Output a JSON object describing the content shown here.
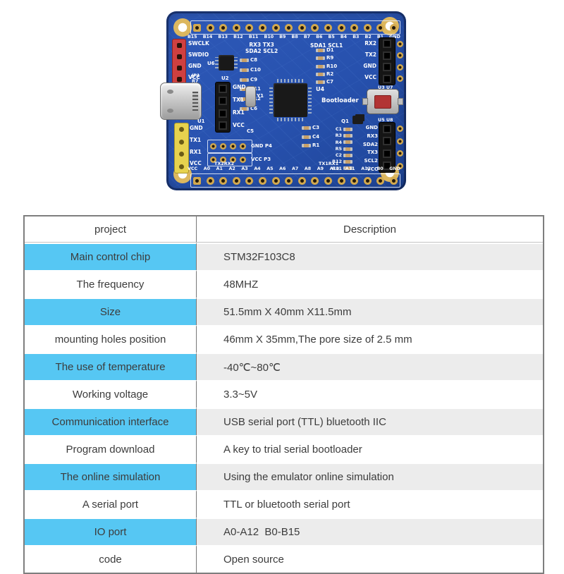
{
  "pcb": {
    "top_pin_labels": [
      "B15",
      "B14",
      "B13",
      "B12",
      "B11",
      "B10",
      "B9",
      "B8",
      "B7",
      "B6",
      "B5",
      "B4",
      "B3",
      "B2",
      "B1",
      "GND"
    ],
    "bottom_pin_labels": [
      "VCC",
      "A0",
      "A1",
      "A2",
      "A3",
      "A4",
      "A5",
      "A6",
      "A7",
      "A8",
      "A9",
      "A10",
      "A11",
      "A12",
      "B0",
      "GND"
    ],
    "silk_rx3tx3_line1": "RX3 TX3",
    "silk_rx3tx3_line2": "SDA2 SCL2",
    "silk_sda1scl1": "SDA1 SCL1",
    "swd_labels": [
      "SWCLK",
      "SWDIO",
      "GND",
      "VCC"
    ],
    "usart1_header_labels": [
      "GND",
      "TX1",
      "RX1",
      "VCC"
    ],
    "yellow_labels": [
      "GND",
      "TX1",
      "RX1",
      "VCC"
    ],
    "uart2_labels": [
      "RX2",
      "TX2",
      "GND",
      "VCC"
    ],
    "right_bottom_labels": [
      "GND",
      "RX3",
      "SDA2",
      "TX3",
      "SCL2",
      "VCC"
    ],
    "caps_left": [
      "C8",
      "C10",
      "C9",
      "C11",
      "C12",
      "C6"
    ],
    "parts_right_top": [
      "D1",
      "R9",
      "R10",
      "R2",
      "C7"
    ],
    "parts_center_bottom": [
      "C3",
      "C4",
      "R1"
    ],
    "parts_right_bottom": [
      "C1",
      "R3",
      "R4",
      "R5",
      "C2",
      "R12",
      "R11"
    ],
    "jp_labels": [
      "JP1",
      "R7",
      "R8",
      "P6"
    ],
    "refs": {
      "u1": "U1",
      "u2": "U2",
      "u3u7": "U3 U7",
      "u4": "U4",
      "u5u8": "U5 U8",
      "u6": "U6",
      "q1": "Q1",
      "y1": "Y1",
      "c5": "C5"
    },
    "bootloader_label": "Bootloader",
    "p4_label": "GND P4",
    "p3_label": "VCC P3",
    "tx2rx2_label": "TX2RX2",
    "tx1rx1_label": "TX1RX1"
  },
  "table": {
    "headers": {
      "project": "project",
      "description": "Description"
    },
    "rows": [
      {
        "project": "Main control chip",
        "description": "STM32F103C8"
      },
      {
        "project": "The frequency",
        "description": "48MHZ"
      },
      {
        "project": "Size",
        "description": "51.5mm X 40mm X11.5mm"
      },
      {
        "project": "mounting holes position",
        "description": "46mm X 35mm,The pore size of 2.5 mm"
      },
      {
        "project": "The use of temperature",
        "description": "-40℃~80℃"
      },
      {
        "project": "Working voltage",
        "description": "3.3~5V"
      },
      {
        "project": "Communication interface",
        "description": "USB serial port (TTL) bluetooth IIC"
      },
      {
        "project": "Program download",
        "description": "A key to trial serial bootloader"
      },
      {
        "project": "The online simulation",
        "description": "Using the emulator online simulation"
      },
      {
        "project": "A serial port",
        "description": "TTL or bluetooth serial port"
      },
      {
        "project": "IO port",
        "description": "A0-A12  B0-B15"
      },
      {
        "project": "code",
        "description": "Open source"
      }
    ]
  },
  "colors": {
    "row_highlight": "#56c7f3",
    "row_alt_desc": "#ececec",
    "pcb_blue": "#2751ae",
    "table_border": "#7e7e7e"
  }
}
